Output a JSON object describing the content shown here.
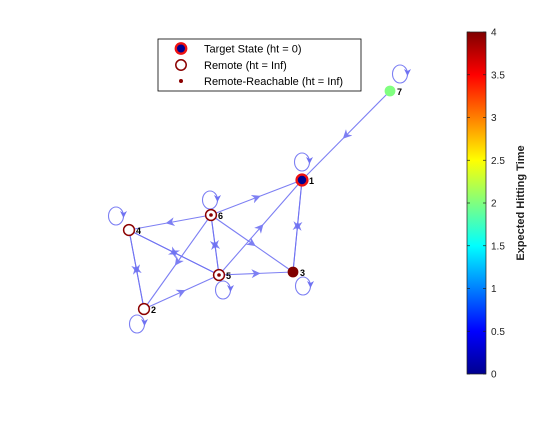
{
  "legend": {
    "items": [
      {
        "key": "target",
        "label": "Target State (ht = 0)"
      },
      {
        "key": "remote",
        "label": "Remote (ht = Inf)"
      },
      {
        "key": "reachable",
        "label": "Remote-Reachable (ht = Inf)"
      }
    ]
  },
  "colorbar": {
    "label": "Expected Hitting Time",
    "min": 0,
    "max": 4,
    "ticks": [
      "0",
      "0.5",
      "1",
      "1.5",
      "2",
      "2.5",
      "3",
      "3.5",
      "4"
    ]
  },
  "graph": {
    "edge_color": "#6f72f2",
    "nodes": [
      {
        "id": "1",
        "label": "1",
        "kind": "target"
      },
      {
        "id": "2",
        "label": "2",
        "kind": "remote"
      },
      {
        "id": "3",
        "label": "3",
        "kind": "value",
        "value": 4
      },
      {
        "id": "4",
        "label": "4",
        "kind": "remote"
      },
      {
        "id": "5",
        "label": "5",
        "kind": "reachable"
      },
      {
        "id": "6",
        "label": "6",
        "kind": "reachable"
      },
      {
        "id": "7",
        "label": "7",
        "kind": "value",
        "value": 2
      }
    ],
    "edges": [
      [
        "7",
        "1"
      ],
      [
        "1",
        "3"
      ],
      [
        "3",
        "1"
      ],
      [
        "6",
        "1"
      ],
      [
        "5",
        "1"
      ],
      [
        "6",
        "4"
      ],
      [
        "6",
        "3"
      ],
      [
        "6",
        "5"
      ],
      [
        "6",
        "2"
      ],
      [
        "5",
        "6"
      ],
      [
        "4",
        "2"
      ],
      [
        "2",
        "4"
      ],
      [
        "4",
        "5"
      ],
      [
        "5",
        "3"
      ],
      [
        "2",
        "5"
      ],
      [
        "5",
        "4"
      ]
    ],
    "self_loops": [
      "1",
      "2",
      "3",
      "4",
      "5",
      "6",
      "7"
    ]
  }
}
